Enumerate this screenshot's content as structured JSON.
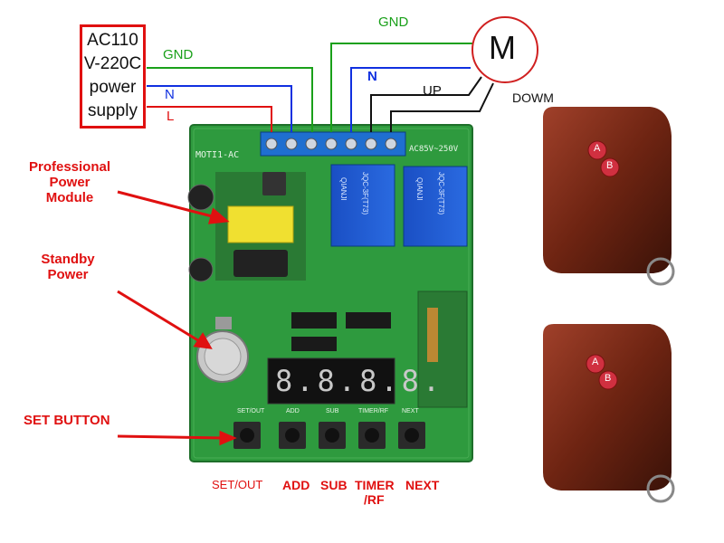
{
  "power_supply": {
    "lines": [
      "AC110",
      "V-220C",
      "power",
      "supply"
    ]
  },
  "wire_labels": {
    "gnd_left": "GND",
    "n_left": "N",
    "l_left": "L",
    "gnd_top": "GND",
    "n_right": "N",
    "up": "UP",
    "down": "DOWM"
  },
  "motor": {
    "label": "M"
  },
  "annotations": {
    "power_module": [
      "Professional",
      "Power",
      "Module"
    ],
    "standby": [
      "Standby",
      "Power"
    ],
    "set_button": "SET BUTTON"
  },
  "buttons": {
    "set_out": "SET/OUT",
    "add": "ADD",
    "sub": "SUB",
    "timer_rf": [
      "TIMER",
      "/RF"
    ],
    "next": "NEXT"
  },
  "board": {
    "model": "MOTI1-AC",
    "voltage": "AC85V~250V",
    "relay_brand": "QIANJI",
    "relay_model": "JQC-3F(T73)",
    "display": "8.8.8.8.",
    "small_labels": [
      "SET/OUT",
      "ADD",
      "SUB",
      "TIMER/RF",
      "NEXT"
    ]
  },
  "remotes": {
    "button_a": "A",
    "button_b": "B"
  },
  "colors": {
    "annotation_red": "#e01010",
    "gnd_green": "#1aa01a",
    "n_blue": "#1030e0",
    "pcb_green": "#2e9a3e",
    "remote_brown": "#7a2a14"
  }
}
